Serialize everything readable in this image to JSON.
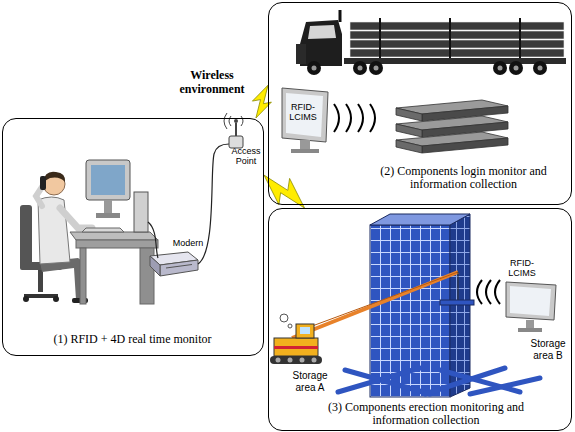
{
  "diagram": {
    "nodes": [
      {
        "text": [
          "(1) RFID + 4D real time monitor"
        ]
      },
      {
        "text": [
          "(2) Components login monitor and information collection"
        ]
      },
      {
        "text": [
          "(3) Components erection monitoring and information collection"
        ]
      }
    ],
    "edges": [
      {
        "from": 0,
        "to": 1,
        "arrow": "none"
      },
      {
        "from": 0,
        "to": 2,
        "arrow": "none"
      }
    ],
    "labels": [
      "Wireless environment",
      "Access Point",
      "Modern",
      "RFID-LCIMS",
      "RFID-LCIMS",
      "Storage area A",
      "Storage area B"
    ]
  }
}
